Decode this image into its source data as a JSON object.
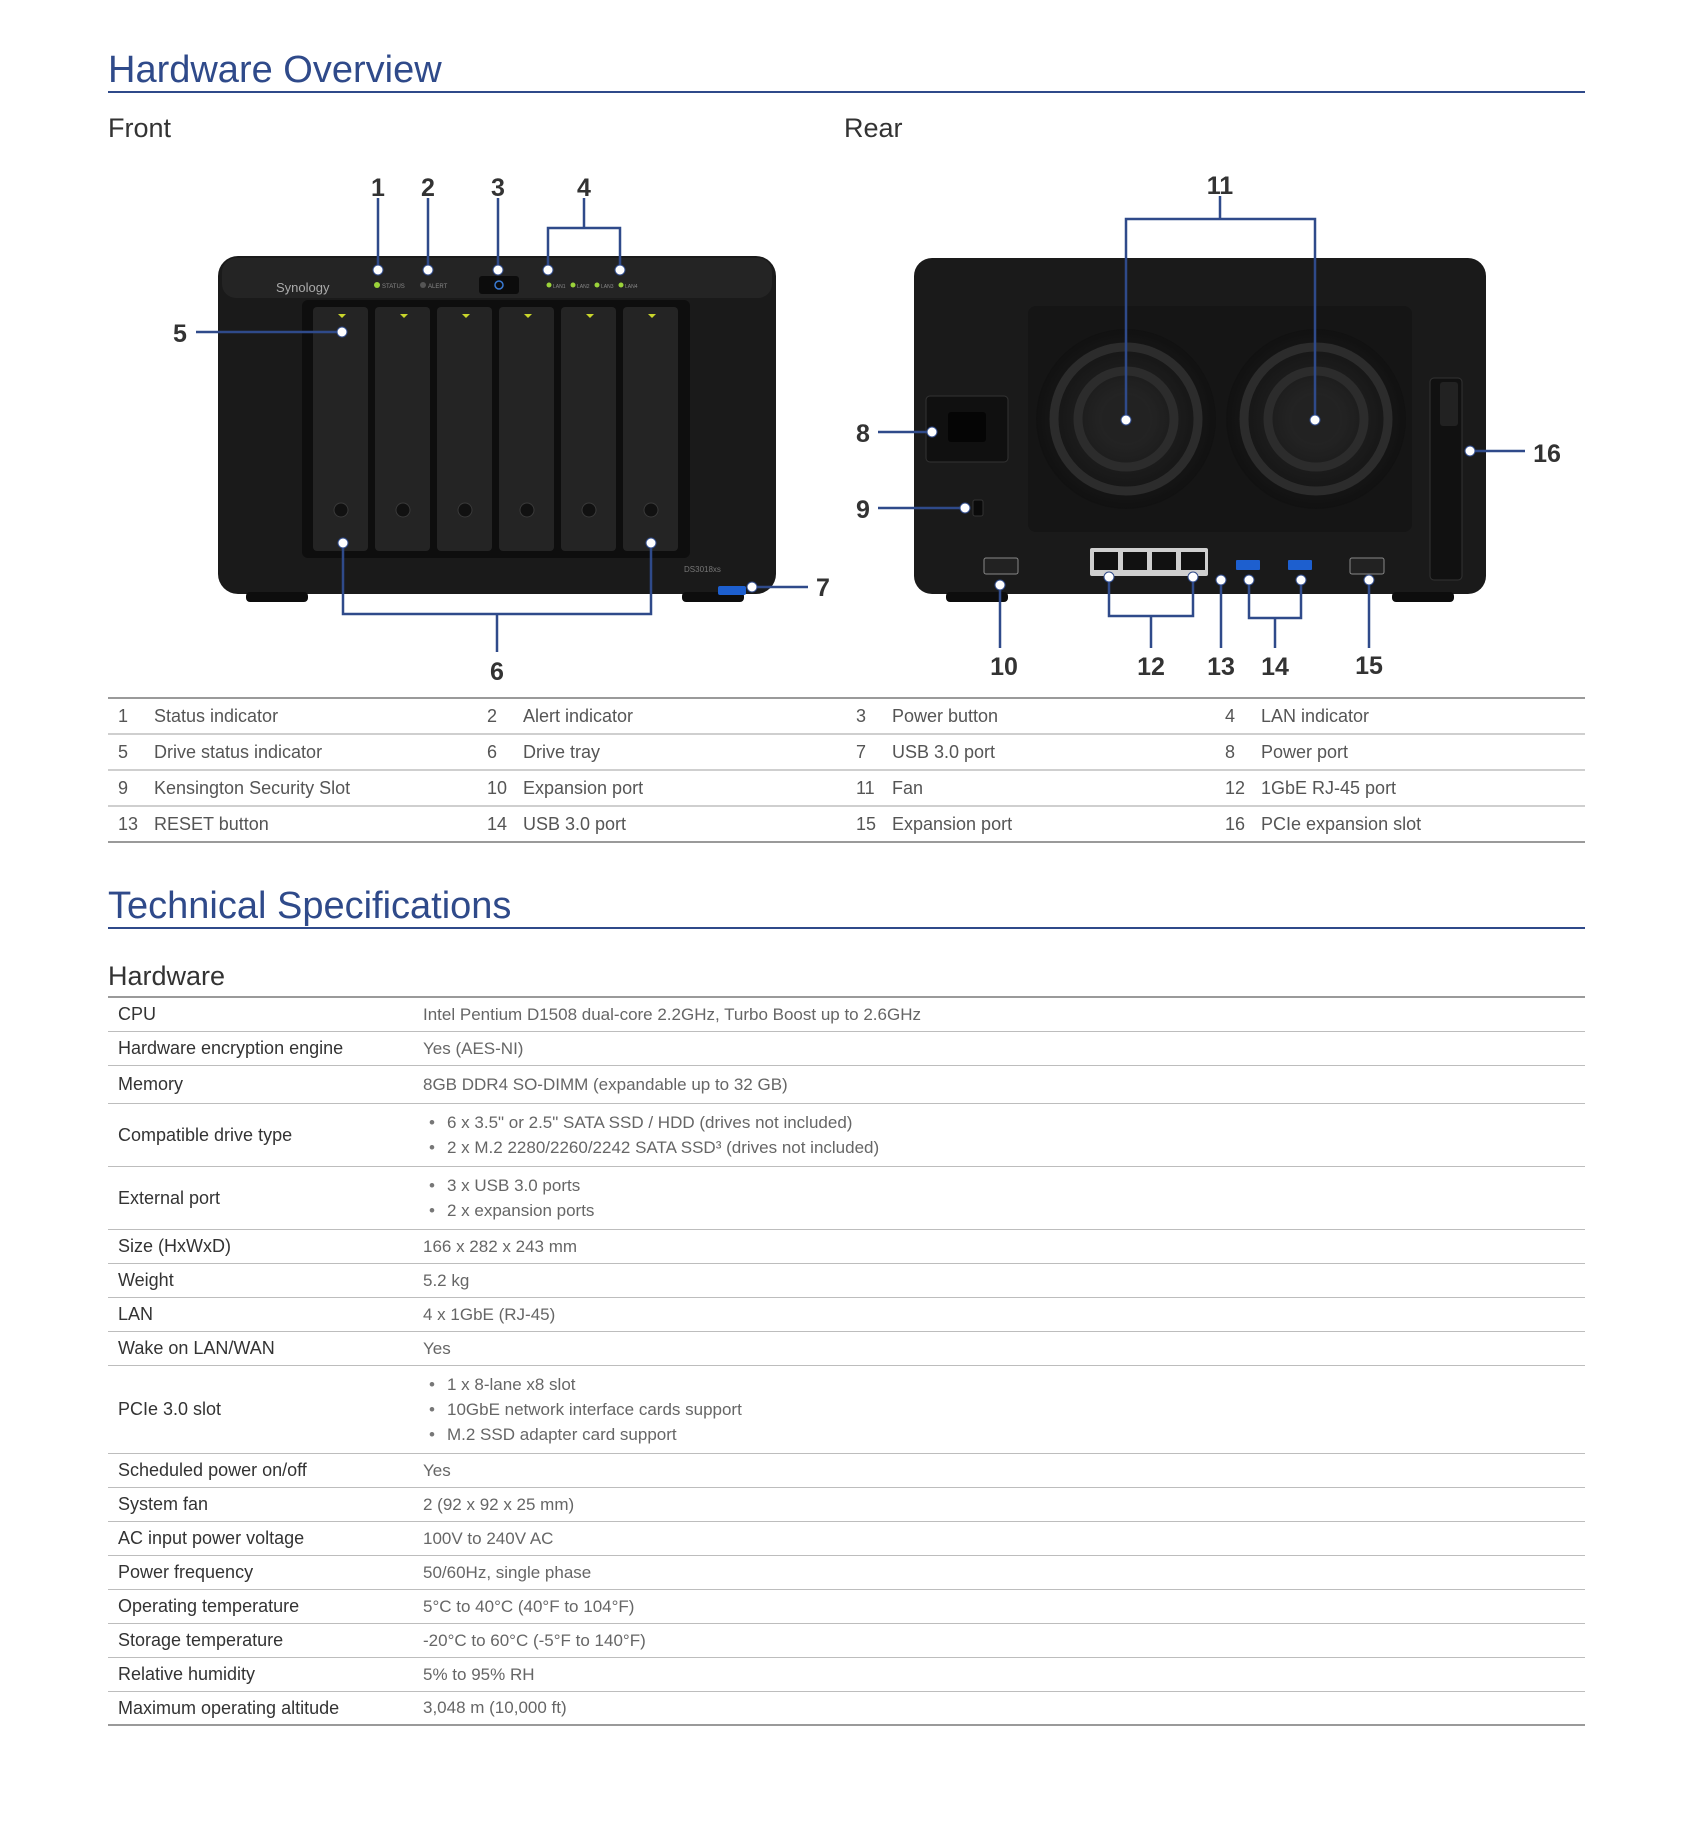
{
  "overview": {
    "title": "Hardware Overview",
    "front_label": "Front",
    "rear_label": "Rear",
    "front_device": {
      "brand": "Synology",
      "model": "DS3018xs",
      "indicators": [
        "STATUS",
        "ALERT",
        "LAN1",
        "LAN2",
        "LAN3",
        "LAN4"
      ]
    },
    "callouts": [
      "1",
      "2",
      "3",
      "4",
      "5",
      "6",
      "7",
      "8",
      "9",
      "10",
      "11",
      "12",
      "13",
      "14",
      "15",
      "16"
    ],
    "parts": [
      {
        "num": "1",
        "label": "Status indicator"
      },
      {
        "num": "2",
        "label": "Alert indicator"
      },
      {
        "num": "3",
        "label": "Power button"
      },
      {
        "num": "4",
        "label": "LAN indicator"
      },
      {
        "num": "5",
        "label": "Drive status indicator"
      },
      {
        "num": "6",
        "label": "Drive tray"
      },
      {
        "num": "7",
        "label": "USB 3.0 port"
      },
      {
        "num": "8",
        "label": "Power port"
      },
      {
        "num": "9",
        "label": "Kensington Security Slot"
      },
      {
        "num": "10",
        "label": "Expansion port"
      },
      {
        "num": "11",
        "label": "Fan"
      },
      {
        "num": "12",
        "label": "1GbE RJ-45 port"
      },
      {
        "num": "13",
        "label": "RESET button"
      },
      {
        "num": "14",
        "label": "USB 3.0 port"
      },
      {
        "num": "15",
        "label": "Expansion port"
      },
      {
        "num": "16",
        "label": "PCIe expansion slot"
      }
    ]
  },
  "specs": {
    "title": "Technical Specifications",
    "hardware_label": "Hardware",
    "rows": [
      {
        "key": "CPU",
        "values": [
          "Intel Pentium D1508 dual-core 2.2GHz, Turbo Boost up to 2.6GHz"
        ]
      },
      {
        "key": "Hardware encryption engine",
        "values": [
          "Yes (AES-NI)"
        ]
      },
      {
        "key": "Memory",
        "values": [
          "8GB DDR4 SO-DIMM (expandable up to 32 GB)"
        ]
      },
      {
        "key": "Compatible drive type",
        "values": [
          "6 x 3.5\" or 2.5\" SATA SSD / HDD (drives not included)",
          "2 x M.2 2280/2260/2242 SATA SSD³ (drives not included)"
        ]
      },
      {
        "key": "External port",
        "values": [
          "3 x USB 3.0 ports",
          "2 x expansion ports"
        ]
      },
      {
        "key": "Size (HxWxD)",
        "values": [
          "166 x 282 x 243 mm"
        ]
      },
      {
        "key": "Weight",
        "values": [
          "5.2 kg"
        ]
      },
      {
        "key": "LAN",
        "values": [
          "4 x 1GbE (RJ-45)"
        ]
      },
      {
        "key": "Wake on LAN/WAN",
        "values": [
          "Yes"
        ]
      },
      {
        "key": "PCIe 3.0 slot",
        "values": [
          "1 x 8-lane x8 slot",
          "10GbE network interface cards support",
          "M.2 SSD adapter card support"
        ]
      },
      {
        "key": "Scheduled power on/off",
        "values": [
          "Yes"
        ]
      },
      {
        "key": "System fan",
        "values": [
          "2 (92 x 92 x 25 mm)"
        ]
      },
      {
        "key": "AC input power voltage",
        "values": [
          "100V to 240V AC"
        ]
      },
      {
        "key": "Power frequency",
        "values": [
          "50/60Hz, single phase"
        ]
      },
      {
        "key": "Operating temperature",
        "values": [
          "5°C to 40°C (40°F to 104°F)"
        ]
      },
      {
        "key": "Storage temperature",
        "values": [
          "-20°C to 60°C (-5°F to 140°F)"
        ]
      },
      {
        "key": "Relative humidity",
        "values": [
          "5% to 95% RH"
        ]
      },
      {
        "key": "Maximum operating altitude",
        "values": [
          "3,048 m (10,000 ft)"
        ]
      }
    ]
  }
}
